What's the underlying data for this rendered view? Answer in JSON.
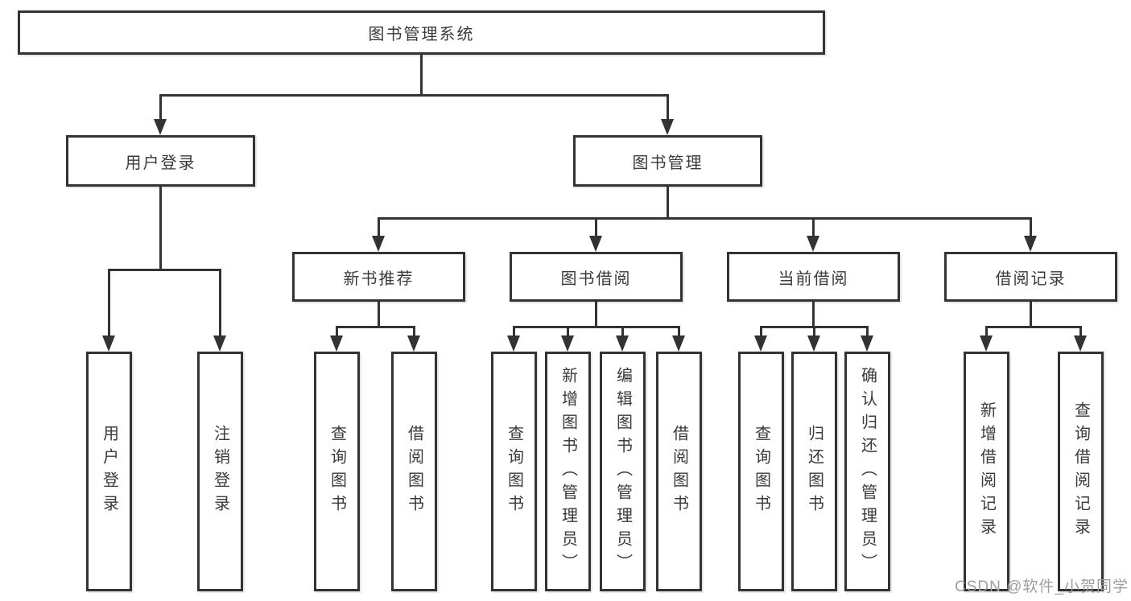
{
  "diagram_title": "图书管理系统",
  "tree": {
    "label": "图书管理系统",
    "children": [
      {
        "label": "用户登录",
        "children": [
          {
            "label": "用户登录"
          },
          {
            "label": "注销登录"
          }
        ]
      },
      {
        "label": "图书管理",
        "children": [
          {
            "label": "新书推荐",
            "children": [
              {
                "label": "查询图书"
              },
              {
                "label": "借阅图书"
              }
            ]
          },
          {
            "label": "图书借阅",
            "children": [
              {
                "label": "查询图书"
              },
              {
                "label": "新增图书（管理员）"
              },
              {
                "label": "编辑图书（管理员）"
              },
              {
                "label": "借阅图书"
              }
            ]
          },
          {
            "label": "当前借阅",
            "children": [
              {
                "label": "查询图书"
              },
              {
                "label": "归还图书"
              },
              {
                "label": "确认归还（管理员）"
              }
            ]
          },
          {
            "label": "借阅记录",
            "children": [
              {
                "label": "新增借阅记录"
              },
              {
                "label": "查询借阅记录"
              }
            ]
          }
        ]
      }
    ]
  },
  "watermark": {
    "text": "CSDN @软件_小贺同学"
  },
  "colors": {
    "line": "#333333",
    "box_border": "#333333",
    "text": "#3a3a3a",
    "watermark": "#9e9e9e",
    "background": "#ffffff"
  }
}
